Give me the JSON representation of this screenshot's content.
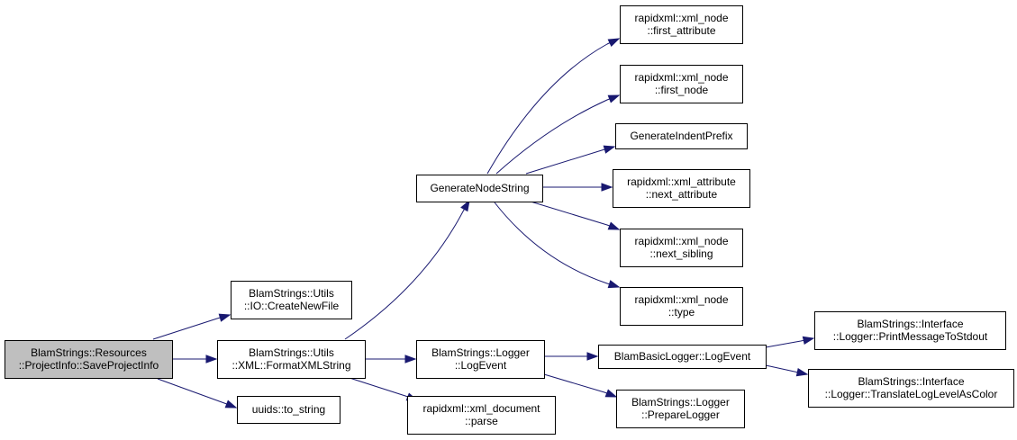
{
  "graph": {
    "nodes": [
      {
        "id": "root",
        "lines": [
          "BlamStrings::Resources",
          "::ProjectInfo::SaveProjectInfo"
        ],
        "highlight": true
      },
      {
        "id": "cnf",
        "lines": [
          "BlamStrings::Utils",
          "::IO::CreateNewFile"
        ]
      },
      {
        "id": "fxml",
        "lines": [
          "BlamStrings::Utils",
          "::XML::FormatXMLString"
        ]
      },
      {
        "id": "uuid",
        "lines": [
          "uuids::to_string"
        ]
      },
      {
        "id": "gns",
        "lines": [
          "GenerateNodeString"
        ]
      },
      {
        "id": "log",
        "lines": [
          "BlamStrings::Logger",
          "::LogEvent"
        ]
      },
      {
        "id": "parse",
        "lines": [
          "rapidxml::xml_document",
          "::parse"
        ]
      },
      {
        "id": "fattr",
        "lines": [
          "rapidxml::xml_node",
          "::first_attribute"
        ]
      },
      {
        "id": "fnode",
        "lines": [
          "rapidxml::xml_node",
          "::first_node"
        ]
      },
      {
        "id": "gip",
        "lines": [
          "GenerateIndentPrefix"
        ]
      },
      {
        "id": "nattr",
        "lines": [
          "rapidxml::xml_attribute",
          "::next_attribute"
        ]
      },
      {
        "id": "nsib",
        "lines": [
          "rapidxml::xml_node",
          "::next_sibling"
        ]
      },
      {
        "id": "type",
        "lines": [
          "rapidxml::xml_node",
          "::type"
        ]
      },
      {
        "id": "blle",
        "lines": [
          "BlamBasicLogger::LogEvent"
        ]
      },
      {
        "id": "plog",
        "lines": [
          "BlamStrings::Logger",
          "::PrepareLogger"
        ]
      },
      {
        "id": "pmts",
        "lines": [
          "BlamStrings::Interface",
          "::Logger::PrintMessageToStdout"
        ]
      },
      {
        "id": "tlla",
        "lines": [
          "BlamStrings::Interface",
          "::Logger::TranslateLogLevelAsColor"
        ]
      }
    ],
    "edges": [
      {
        "from": "root",
        "to": "cnf"
      },
      {
        "from": "root",
        "to": "fxml"
      },
      {
        "from": "root",
        "to": "uuid"
      },
      {
        "from": "fxml",
        "to": "gns"
      },
      {
        "from": "fxml",
        "to": "log"
      },
      {
        "from": "fxml",
        "to": "parse"
      },
      {
        "from": "gns",
        "to": "fattr"
      },
      {
        "from": "gns",
        "to": "fnode"
      },
      {
        "from": "gns",
        "to": "gip"
      },
      {
        "from": "gns",
        "to": "nattr"
      },
      {
        "from": "gns",
        "to": "nsib"
      },
      {
        "from": "gns",
        "to": "type"
      },
      {
        "from": "log",
        "to": "blle"
      },
      {
        "from": "log",
        "to": "plog"
      },
      {
        "from": "blle",
        "to": "pmts"
      },
      {
        "from": "blle",
        "to": "tlla"
      }
    ],
    "colors": {
      "edge": "#191970",
      "root_fill": "#bfbfbf",
      "node_fill": "#ffffff",
      "border": "#000000"
    }
  }
}
